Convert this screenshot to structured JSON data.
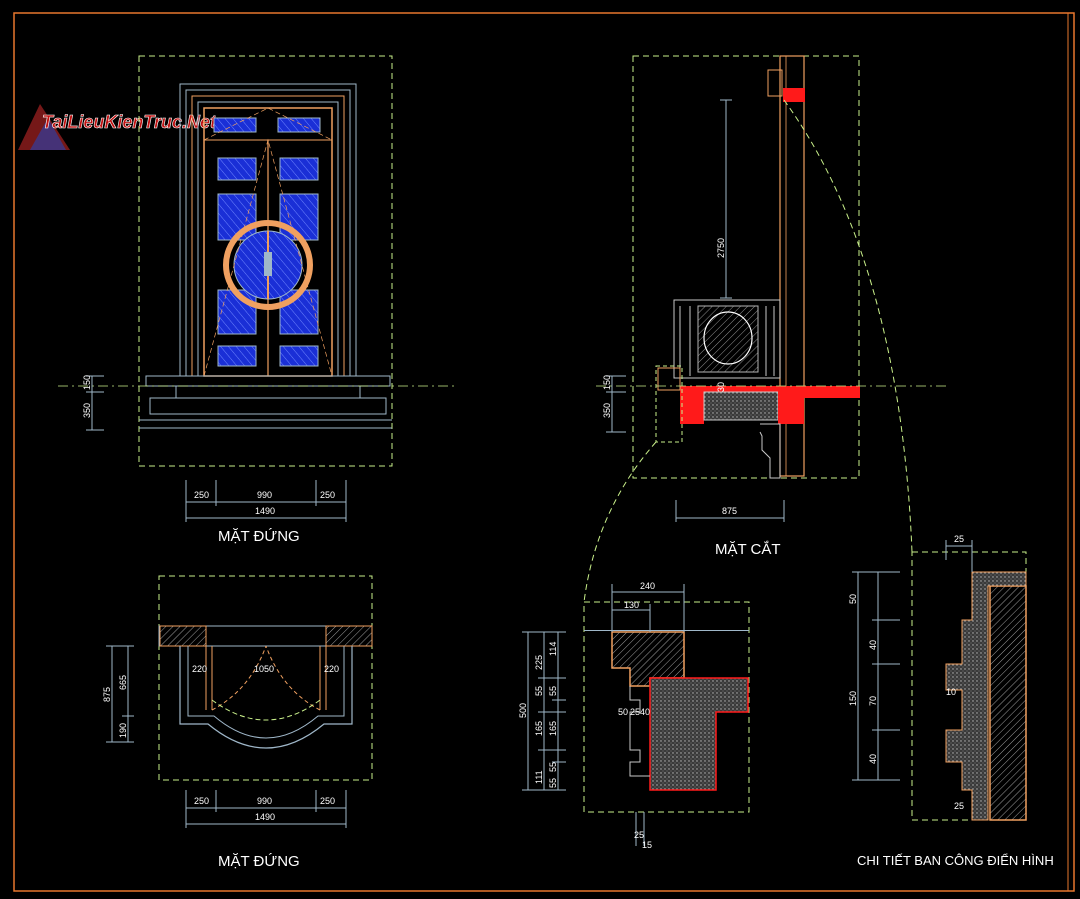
{
  "watermark": {
    "text": "TaiLieuKienTruc.Net"
  },
  "colors": {
    "frame": "#e8772e",
    "dashed": "#c9f08a",
    "dimension": "#9fb7c9",
    "glass": "#1a2fd6",
    "door_frame": "#f0a060",
    "cut": "#ff1a1a",
    "text": "#ffffff"
  },
  "views": {
    "front_elevation": {
      "title": "MẶT ĐỨNG",
      "dims": {
        "left": "250",
        "middle": "990",
        "right": "250",
        "total": "1490",
        "h1": "150",
        "h2": "350"
      }
    },
    "section": {
      "title": "MẶT CẮT",
      "dims": {
        "height": "2750",
        "bottom": "875",
        "h1": "150",
        "h2": "350",
        "small": "30"
      }
    },
    "plan": {
      "title": "MẶT ĐỨNG",
      "dims": {
        "left": "250",
        "middle": "990",
        "right": "250",
        "total": "1490",
        "side_l": "220",
        "opening": "1050",
        "side_r": "220",
        "v_total": "875",
        "v_upper": "665",
        "v_lower": "190"
      }
    },
    "detail_left": {
      "dims": {
        "top": "240",
        "top_inner": "130",
        "v_total": "500",
        "v_a": "225",
        "v_b": "114",
        "v_c": "55",
        "v_d": "55",
        "v_e": "165",
        "v_f": "165",
        "v_g": "111",
        "v_h": "55",
        "v_i": "55",
        "inner": "50",
        "inner2": "2540",
        "bot1": "25",
        "bot2": "15"
      }
    },
    "detail_right": {
      "title": "CHI TIẾT BAN CÔNG ĐIỂN HÌNH",
      "dims": {
        "top": "25",
        "v1": "50",
        "v2": "40",
        "v3": "150",
        "v4": "70",
        "v5": "40",
        "mid": "10",
        "bottom": "25"
      }
    }
  }
}
